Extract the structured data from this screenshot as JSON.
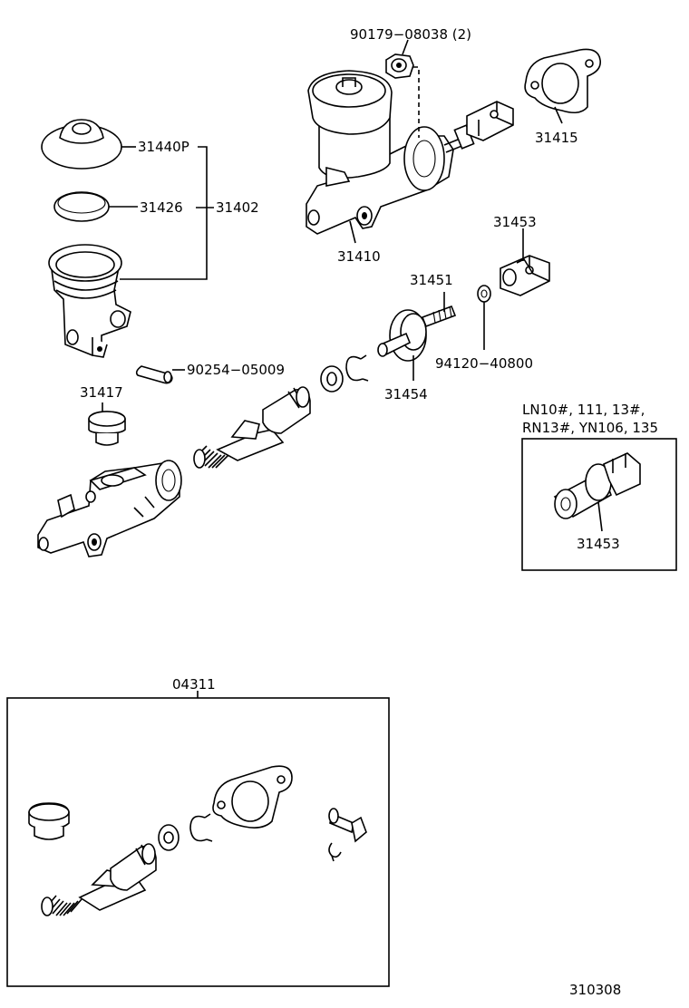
{
  "labels": {
    "p90179": "90179−08038 (2)",
    "p31415": "31415",
    "p31440P": "31440P",
    "p31426": "31426",
    "p31402": "31402",
    "p31410": "31410",
    "p31453a": "31453",
    "p31451": "31451",
    "p94120": "94120−40800",
    "p90254": "90254−05009",
    "p31454": "31454",
    "p31417": "31417",
    "variant_line1": "LN10#, 111, 13#,",
    "variant_line2": "RN13#, YN106, 135",
    "p31453b": "31453",
    "p04311": "04311",
    "ref": "310308"
  }
}
